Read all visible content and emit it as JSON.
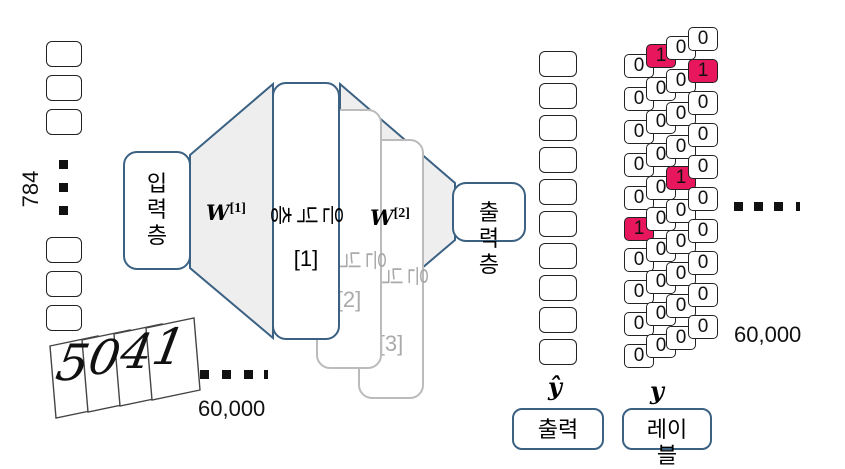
{
  "input_vector": {
    "count_label": "784"
  },
  "input_images": {
    "count_label": "60,000",
    "glyphs": [
      "5",
      "0",
      "4",
      "1"
    ]
  },
  "input_layer": {
    "label": "입력층"
  },
  "weights_1": {
    "base": "W",
    "sup": "[1]"
  },
  "weights_2": {
    "base": "W",
    "sup": "[2]"
  },
  "hidden_layers": [
    {
      "label": "은닉층",
      "index": "[1]"
    },
    {
      "label": "은닉층",
      "index": "[2]"
    },
    {
      "label": "은닉층",
      "index": "[3]"
    }
  ],
  "output_layer": {
    "label": "출력층"
  },
  "prediction": {
    "symbol": "ŷ",
    "caption": "출력"
  },
  "labels": {
    "symbol": "y",
    "caption": "레이블",
    "count_label": "60,000",
    "front_digits": [
      "0",
      "1",
      "0",
      "0",
      "0",
      "0",
      "0",
      "0",
      "0",
      "0"
    ],
    "hot_index_front": 1
  },
  "colors": {
    "accent": "#3b6183",
    "onehot": "#e8175d",
    "ghost": "#aaaaaa",
    "trapezoid_fill": "#eeeeee"
  }
}
